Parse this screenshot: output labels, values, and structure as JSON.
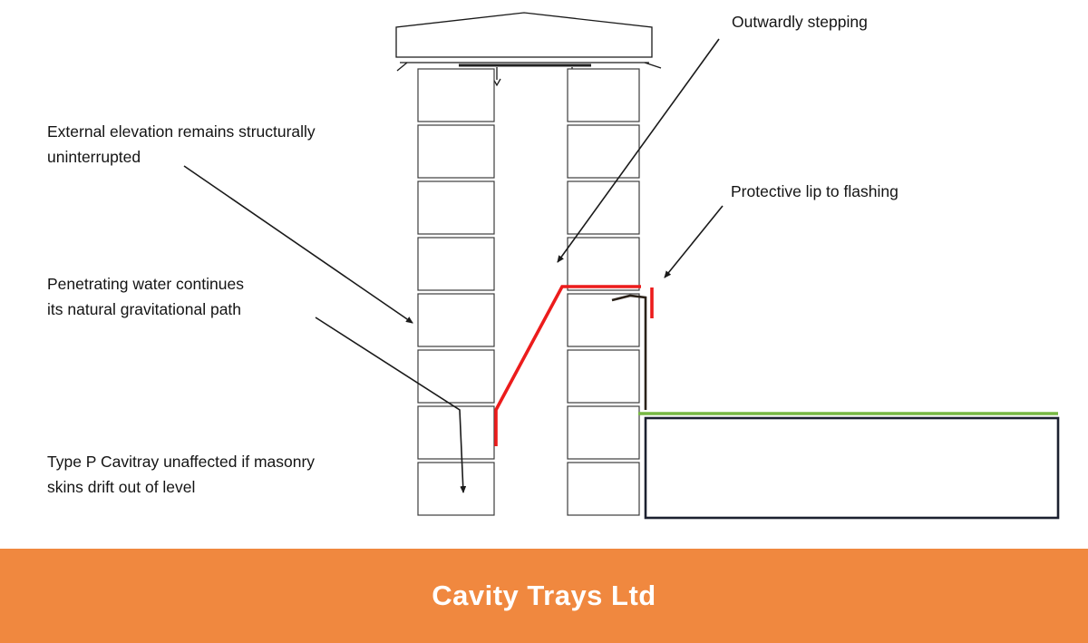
{
  "labels": {
    "outwardly_stepping": {
      "text": "Outwardly stepping"
    },
    "external_elevation": {
      "line1": "External elevation remains structurally",
      "line2": "uninterrupted"
    },
    "protective_lip": {
      "text": "Protective lip to flashing"
    },
    "penetrating_water": {
      "line1": "Penetrating water continues",
      "line2": "its natural gravitational path"
    },
    "type_p": {
      "line1": "Type P Cavitray unaffected if masonry",
      "line2": "skins drift out of level"
    }
  },
  "banner": {
    "title": "Cavity Trays Ltd",
    "background": "#F0883F",
    "text_color": "#FFFFFF"
  },
  "colors": {
    "tray_red": "#EC1C1C",
    "flashing_green": "#77B843",
    "roof_outline": "#1C2130",
    "flashing_dark": "#2A2118",
    "masonry_stroke": "#3C3C3C",
    "line_black": "#1A1A1A"
  }
}
